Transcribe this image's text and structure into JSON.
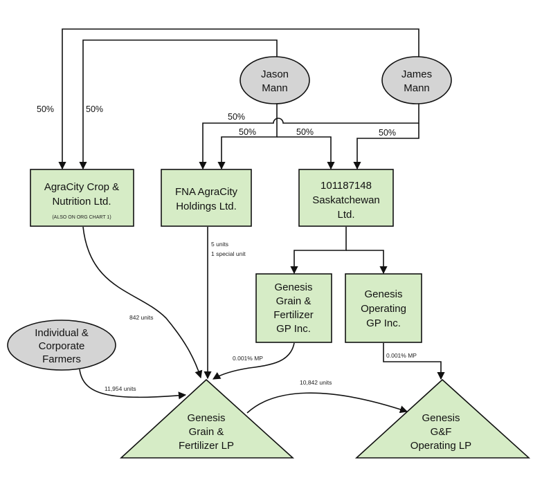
{
  "people": {
    "jason": [
      "Jason",
      "Mann"
    ],
    "james": [
      "James",
      "Mann"
    ],
    "farmers": [
      "Individual &",
      "Corporate",
      "Farmers"
    ]
  },
  "entities": {
    "agracity": {
      "lines": [
        "AgraCity Crop &",
        "Nutrition Ltd."
      ],
      "note": "(ALSO ON ORG CHART 1)"
    },
    "fna": {
      "lines": [
        "FNA AgraCity",
        "Holdings Ltd."
      ]
    },
    "sask": {
      "lines": [
        "101187148",
        "Saskatchewan",
        "Ltd."
      ]
    },
    "genesis_gp": {
      "lines": [
        "Genesis",
        "Grain &",
        "Fertilizer",
        "GP Inc."
      ]
    },
    "genesis_op_gp": {
      "lines": [
        "Genesis",
        "Operating",
        "GP Inc."
      ]
    },
    "genesis_lp": {
      "lines": [
        "Genesis",
        "Grain &",
        "Fertilizer LP"
      ]
    },
    "genesis_op_lp": {
      "lines": [
        "Genesis",
        "G&F",
        "Operating LP"
      ]
    }
  },
  "edge_labels": {
    "jason_agracity": "50%",
    "james_agracity": "50%",
    "james_fna": "50%",
    "jason_fna": "50%",
    "jason_sask": "50%",
    "james_sask": "50%",
    "fna_units": "5 units",
    "fna_special": "1 special unit",
    "agracity_units": "842 units",
    "farmers_units": "11,954 units",
    "gp_mp": "0.001% MP",
    "op_gp_mp": "0.001% MP",
    "lp_to_op": "10,842 units"
  },
  "colors": {
    "entity_fill": "#d6ecc6",
    "person_fill": "#d4d4d4",
    "stroke": "#111111"
  }
}
